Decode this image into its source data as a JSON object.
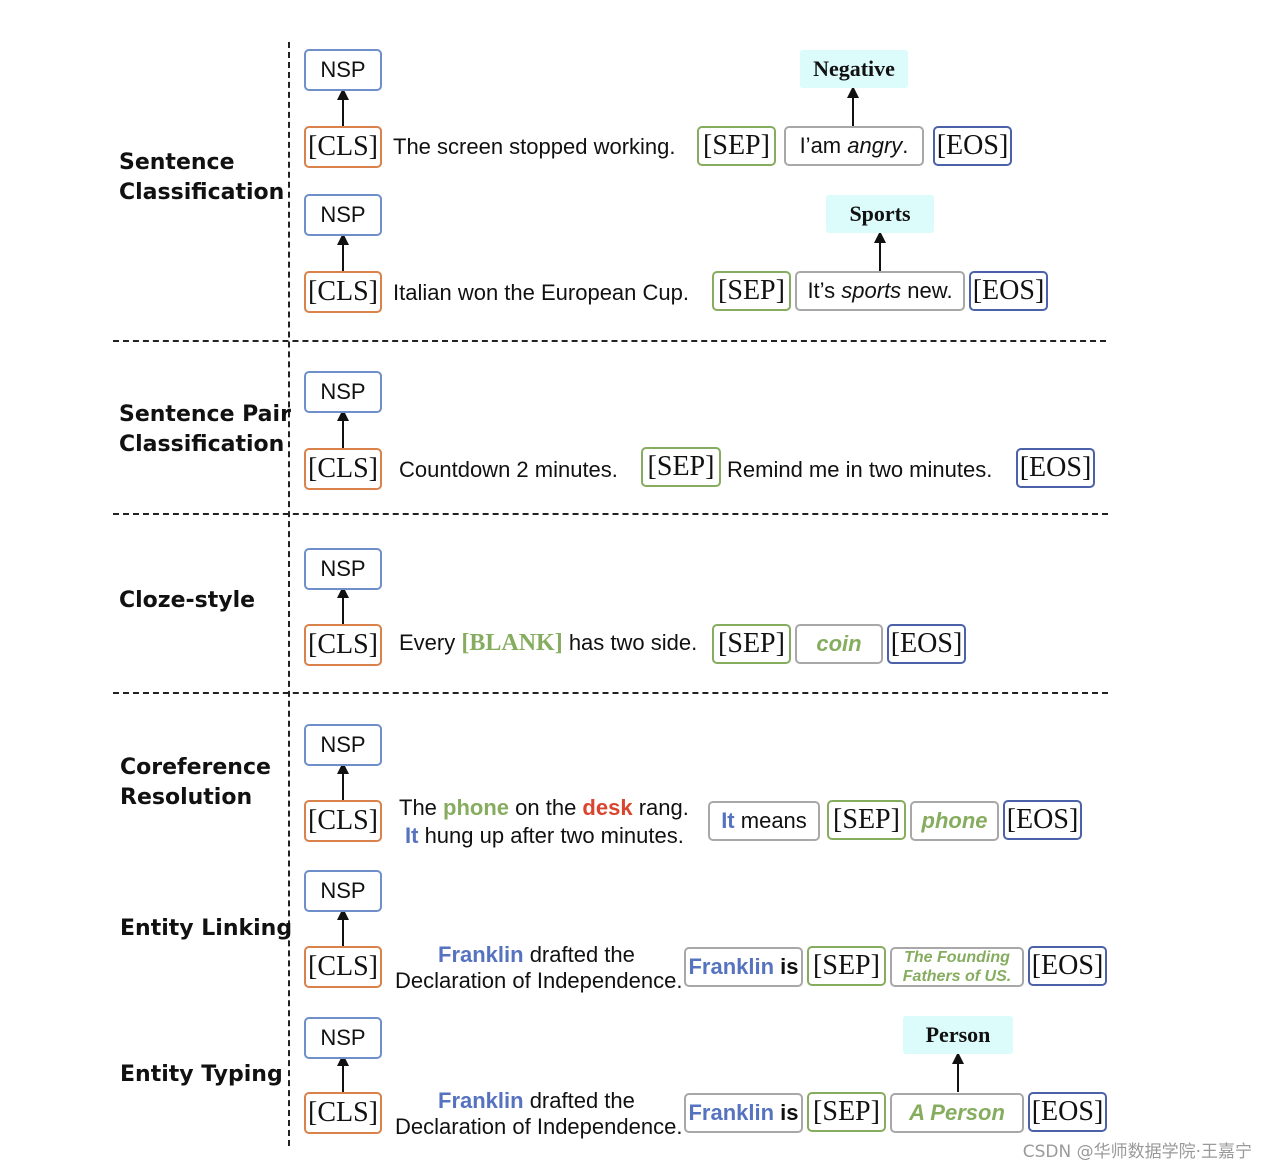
{
  "labels": {
    "sentence_classification": [
      "Sentence",
      "Classification"
    ],
    "sentence_pair": [
      "Sentence Pair",
      "Classification"
    ],
    "cloze": [
      "Cloze-style"
    ],
    "coreference": [
      "Coreference",
      "Resolution"
    ],
    "entity_linking": [
      "Entity Linking"
    ],
    "entity_typing": [
      "Entity Typing"
    ]
  },
  "tokens": {
    "nsp": "NSP",
    "cls": "[CLS]",
    "sep": "[SEP]",
    "eos": "[EOS]"
  },
  "rows": {
    "sc1": {
      "sentence": "The screen stopped working.",
      "prompt_pre": "I’am ",
      "prompt_italic": "angry",
      "prompt_post": ".",
      "tag": "Negative"
    },
    "sc2": {
      "sentence": "Italian won the European Cup.",
      "prompt_pre": "It’s ",
      "prompt_italic": "sports",
      "prompt_post": " new.",
      "tag": "Sports"
    },
    "sp": {
      "sentence": "Countdown 2 minutes.",
      "second": "Remind me in two minutes."
    },
    "cz": {
      "pre": "Every ",
      "blank": "[BLANK]",
      "post": " has two side.",
      "answer": "coin"
    },
    "cr": {
      "l1_pre": "The ",
      "l1_phone": "phone",
      "l1_mid": " on the ",
      "l1_desk": "desk",
      "l1_post": " rang.",
      "l2_it": "It",
      "l2_post": " hung up after two minutes.",
      "prompt_it": "It",
      "prompt_post": " means",
      "answer": "phone"
    },
    "el": {
      "l1_name": "Franklin",
      "l1_post": " drafted the",
      "l2": "Declaration of Independence.",
      "prompt_name": "Franklin",
      "prompt_post": " is",
      "answer_l1": "The Founding",
      "answer_l2": "Fathers of US."
    },
    "et": {
      "l1_name": "Franklin",
      "l1_post": " drafted the",
      "l2": "Declaration of Independence.",
      "prompt_name": "Franklin",
      "prompt_post": " is",
      "answer": "A Person",
      "tag": "Person"
    }
  },
  "colors": {
    "nsp": "#6f8fcb",
    "cls": "#d9824b",
    "sep": "#86ad5f",
    "eos": "#4c62a8",
    "tag_bg": "#dcfbfb",
    "green": "#86ad5f",
    "blue": "#5673c0",
    "red": "#d9452f"
  },
  "watermark": "CSDN @华师数据学院·王嘉宁"
}
